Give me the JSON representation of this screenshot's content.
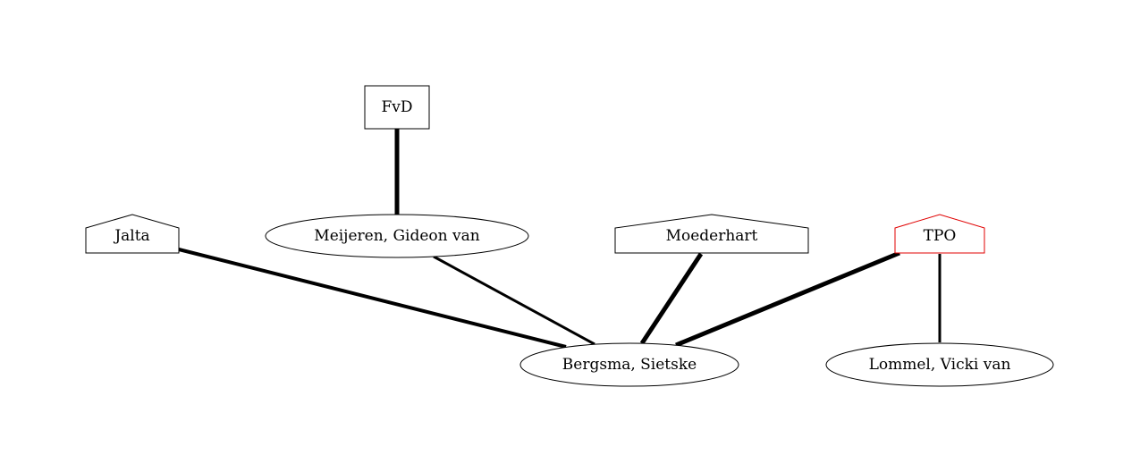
{
  "diagram": {
    "nodes": [
      {
        "id": "fvd",
        "label": "FvD",
        "shape": "box"
      },
      {
        "id": "jalta",
        "label": "Jalta",
        "shape": "house"
      },
      {
        "id": "meijeren",
        "label": "Meijeren, Gideon van",
        "shape": "ellipse"
      },
      {
        "id": "moederhart",
        "label": "Moederhart",
        "shape": "house"
      },
      {
        "id": "tpo",
        "label": "TPO",
        "shape": "house",
        "color": "#e00000"
      },
      {
        "id": "bergsma",
        "label": "Bergsma, Sietske",
        "shape": "ellipse"
      },
      {
        "id": "lommel",
        "label": "Lommel, Vicki van",
        "shape": "ellipse"
      }
    ],
    "edges": [
      {
        "from": "fvd",
        "to": "meijeren"
      },
      {
        "from": "jalta",
        "to": "bergsma"
      },
      {
        "from": "meijeren",
        "to": "bergsma"
      },
      {
        "from": "moederhart",
        "to": "bergsma"
      },
      {
        "from": "tpo",
        "to": "bergsma"
      },
      {
        "from": "tpo",
        "to": "lommel"
      }
    ]
  }
}
